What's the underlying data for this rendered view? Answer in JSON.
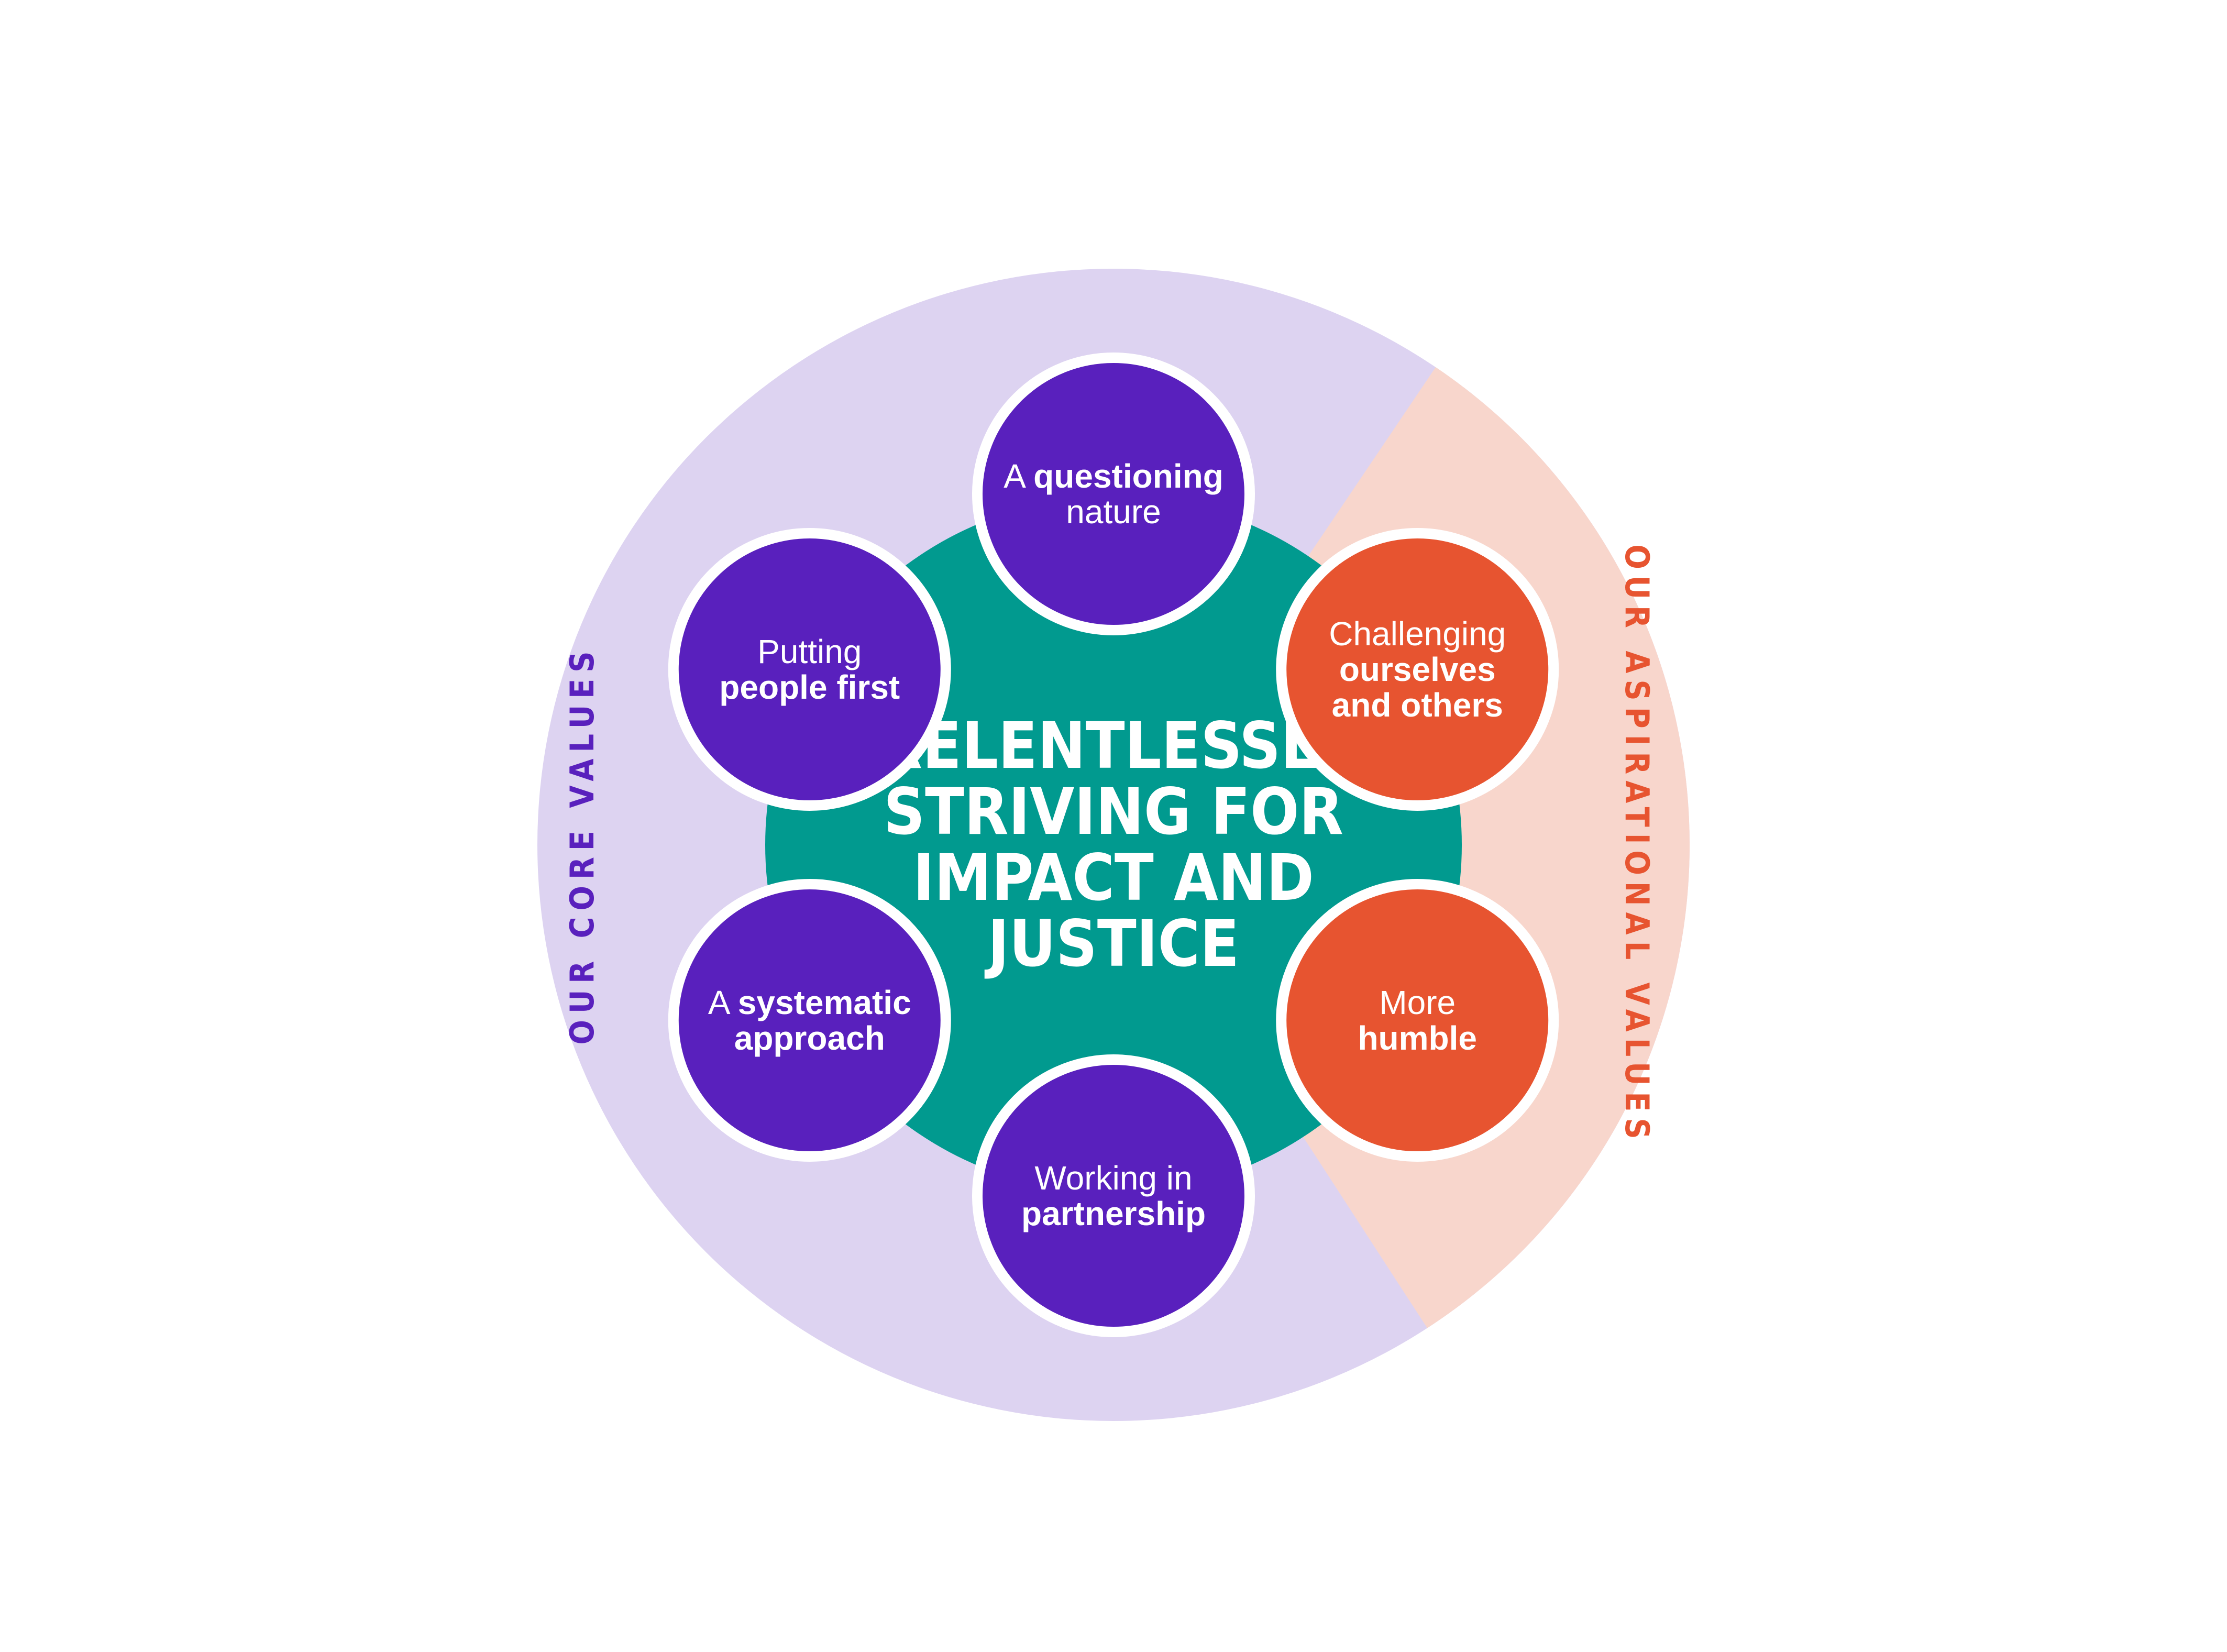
{
  "colors": {
    "core_ring": "#ddd3f1",
    "aspirational_ring": "#f8d6cc",
    "center": "#019a8f",
    "core_circle": "#5920bd",
    "aspirational_circle": "#e75430",
    "core_label": "#5920bd",
    "aspirational_label": "#e75430",
    "outline": "#ffffff"
  },
  "center": {
    "title_lines": [
      "RELENTLESSLY",
      "STRIVING FOR",
      "IMPACT AND",
      "JUSTICE"
    ]
  },
  "ring_labels": {
    "core": "OUR CORE VALUES",
    "aspirational": "OUR ASPIRATIONAL VALUES"
  },
  "values": [
    {
      "id": "questioning",
      "group": "core",
      "lines": [
        [
          {
            "text": "A ",
            "bold": false
          },
          {
            "text": "questioning",
            "bold": true
          }
        ],
        [
          {
            "text": "nature",
            "bold": false
          }
        ]
      ]
    },
    {
      "id": "challenging",
      "group": "aspirational",
      "lines": [
        [
          {
            "text": "Challenging",
            "bold": false
          }
        ],
        [
          {
            "text": "ourselves",
            "bold": true
          }
        ],
        [
          {
            "text": "and others",
            "bold": true
          }
        ]
      ]
    },
    {
      "id": "humble",
      "group": "aspirational",
      "lines": [
        [
          {
            "text": "More",
            "bold": false
          }
        ],
        [
          {
            "text": "humble",
            "bold": true
          }
        ]
      ]
    },
    {
      "id": "partnership",
      "group": "core",
      "lines": [
        [
          {
            "text": "Working in",
            "bold": false
          }
        ],
        [
          {
            "text": "partnership",
            "bold": true
          }
        ]
      ]
    },
    {
      "id": "systematic",
      "group": "core",
      "lines": [
        [
          {
            "text": "A ",
            "bold": false
          },
          {
            "text": "systematic",
            "bold": true
          }
        ],
        [
          {
            "text": "approach",
            "bold": true
          }
        ]
      ]
    },
    {
      "id": "people-first",
      "group": "core",
      "lines": [
        [
          {
            "text": "Putting",
            "bold": false
          }
        ],
        [
          {
            "text": "people first",
            "bold": true
          }
        ]
      ]
    }
  ]
}
